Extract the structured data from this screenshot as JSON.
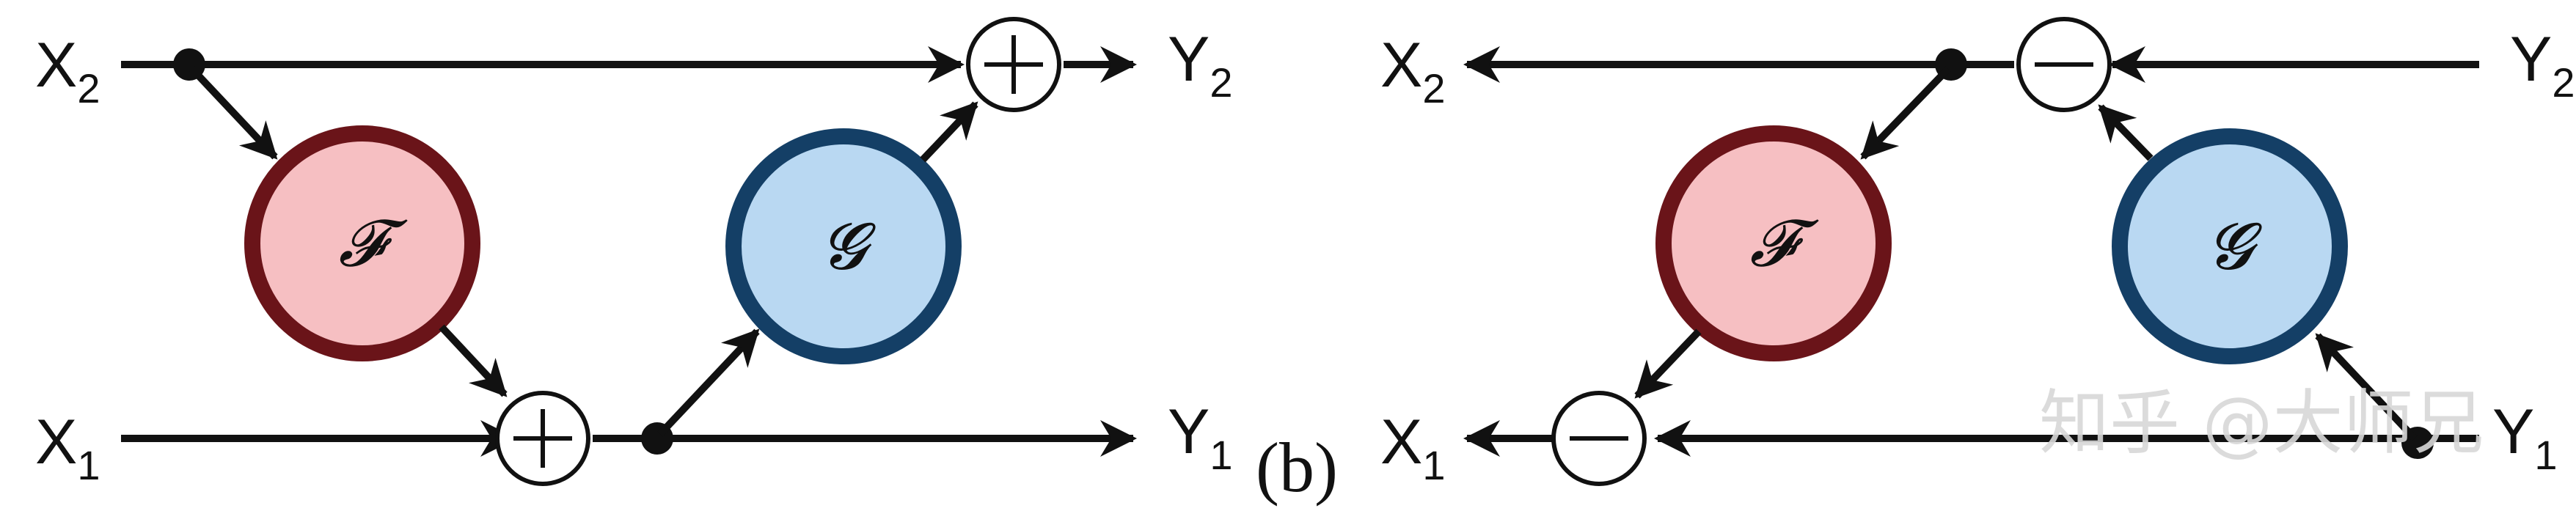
{
  "panel_b": {
    "caption": "(b)"
  },
  "forward": {
    "x2_label": "X",
    "x2_sub": "2",
    "x1_label": "X",
    "x1_sub": "1",
    "y2_label": "Y",
    "y2_sub": "2",
    "y1_label": "Y",
    "y1_sub": "1",
    "f_symbol": "𝓕",
    "g_symbol": "𝓖"
  },
  "inverse": {
    "x2_label": "X",
    "x2_sub": "2",
    "x1_label": "X",
    "x1_sub": "1",
    "y2_label": "Y",
    "y2_sub": "2",
    "y1_label": "Y",
    "y1_sub": "1",
    "f_symbol": "𝓕",
    "g_symbol": "𝓖"
  },
  "watermark": "知乎 @大师兄",
  "colors": {
    "f_fill": "#f6bfc2",
    "f_stroke": "#6a1419",
    "g_fill": "#b9d8f2",
    "g_stroke": "#143f66",
    "line": "#111111"
  }
}
